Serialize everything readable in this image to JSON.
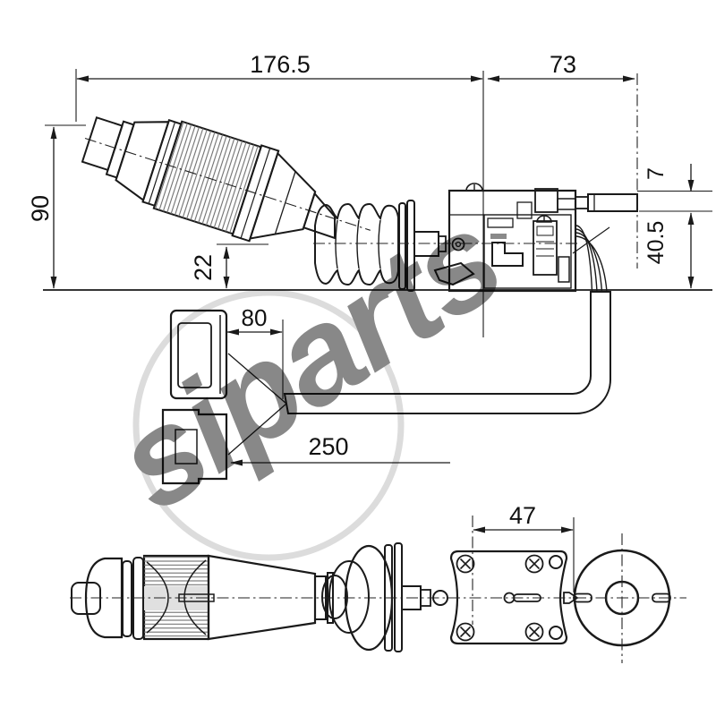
{
  "drawing": {
    "dimensions": {
      "total_length": "176.5",
      "body_length": "73",
      "handle_height": "90",
      "axis_height": "22",
      "knob_height": "7",
      "body_height": "40.5",
      "connector_gap": "80",
      "cable_length": "250",
      "tip_offset": "47"
    },
    "watermark": {
      "text": "siparts"
    },
    "colors": {
      "line": "#1a1a1a",
      "fill_light": "#dcdcdc",
      "fill_mid": "#d4d4d4",
      "fill_dark": "#c9c9c9",
      "background": "#ffffff",
      "watermark": "#b9b9b9"
    }
  }
}
